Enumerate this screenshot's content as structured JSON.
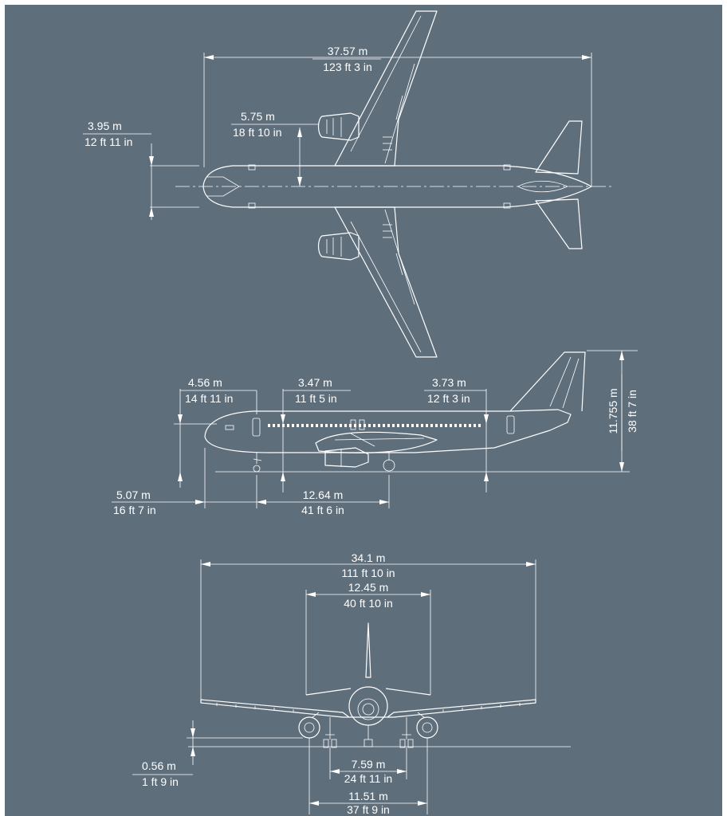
{
  "top_view": {
    "wingspan": {
      "metric": "37.57 m",
      "imperial": "123 ft 3 in"
    },
    "fuselage_width": {
      "metric": "3.95 m",
      "imperial": "12 ft 11 in"
    },
    "engine_offset": {
      "metric": "5.75 m",
      "imperial": "18 ft 10 in"
    }
  },
  "side_view": {
    "nose_to_door": {
      "metric": "4.56 m",
      "imperial": "14 ft 11 in"
    },
    "door_height_fwd": {
      "metric": "3.47 m",
      "imperial": "11 ft 5 in"
    },
    "door_height_aft": {
      "metric": "3.73 m",
      "imperial": "12 ft 3 in"
    },
    "overall_height": {
      "metric": "11.755 m",
      "imperial": "38 ft 7 in"
    },
    "nose_to_nose_gear": {
      "metric": "5.07 m",
      "imperial": "16 ft 7 in"
    },
    "wheelbase": {
      "metric": "12.64 m",
      "imperial": "41 ft 6 in"
    }
  },
  "front_view": {
    "wingspan": {
      "metric": "34.1 m",
      "imperial": "111 ft 10 in"
    },
    "tailplane_span": {
      "metric": "12.45 m",
      "imperial": "40 ft 10 in"
    },
    "engine_ground_clearance": {
      "metric": "0.56 m",
      "imperial": "1 ft 9 in"
    },
    "main_gear_track": {
      "metric": "7.59 m",
      "imperial": "24 ft 11 in"
    },
    "engine_spacing": {
      "metric": "11.51 m",
      "imperial": "37 ft 9 in"
    }
  }
}
